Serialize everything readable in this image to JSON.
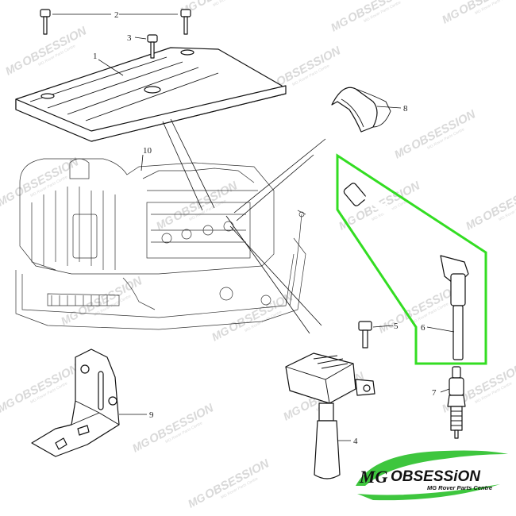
{
  "diagram": {
    "watermark": {
      "brand": "OBSESSION",
      "tagline": "MG Rover Parts Centre",
      "mg": "MG"
    },
    "logo": {
      "mg": "MG",
      "brand": "OBSESSiON",
      "tagline": "MG Rover Parts Centre",
      "accent_color": "#3ec63e"
    },
    "highlight_color": "#33dd22",
    "callouts": [
      {
        "id": "c1",
        "label": "1"
      },
      {
        "id": "c2",
        "label": "2"
      },
      {
        "id": "c3",
        "label": "3"
      },
      {
        "id": "c4",
        "label": "4"
      },
      {
        "id": "c5",
        "label": "5"
      },
      {
        "id": "c6",
        "label": "6"
      },
      {
        "id": "c7",
        "label": "7"
      },
      {
        "id": "c8",
        "label": "8"
      },
      {
        "id": "c9",
        "label": "9"
      },
      {
        "id": "c10",
        "label": "10"
      }
    ]
  }
}
